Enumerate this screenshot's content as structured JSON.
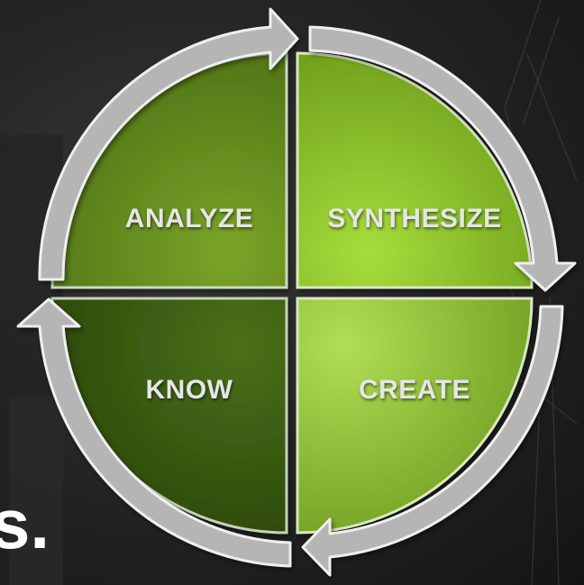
{
  "diagram": {
    "quadrants": [
      {
        "key": "analyze",
        "label": "ANALYZE",
        "color_a": "#6f9a23",
        "color_b": "#4f7316"
      },
      {
        "key": "synthesize",
        "label": "SYNTHESIZE",
        "color_a": "#a2d83a",
        "color_b": "#7eb420"
      },
      {
        "key": "create",
        "label": "CREATE",
        "color_a": "#a8d74a",
        "color_b": "#78a823"
      },
      {
        "key": "know",
        "label": "KNOW",
        "color_a": "#3f6516",
        "color_b": "#2b4a0c"
      }
    ],
    "arrow_color": "#b9b9b9",
    "arrow_edge_color": "#eeeeee"
  },
  "background": {
    "partial_text": "s."
  }
}
